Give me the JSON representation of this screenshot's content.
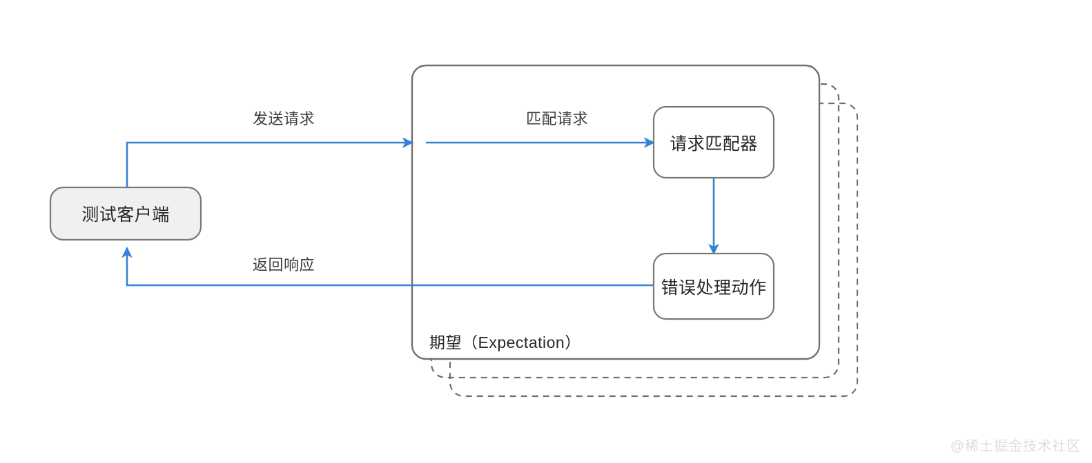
{
  "diagram": {
    "title_caption": "期望（Expectation）",
    "colors": {
      "arrow_blue": "#3383d6",
      "node_stroke": "#707070",
      "node_fill_white": "#ffffff",
      "node_fill_gray": "#f0f0f0",
      "canvas_background": "#ffffff",
      "label_text": "#3c3c3c",
      "watermark_text": "#dcdcdc"
    },
    "nodes": [
      {
        "id": "test-client",
        "label": "测试客户端",
        "fill": "gray"
      },
      {
        "id": "request-matcher",
        "label": "请求匹配器",
        "fill": "white"
      },
      {
        "id": "error-handling-action",
        "label": "错误处理动作",
        "fill": "white"
      }
    ],
    "edges": [
      {
        "id": "send-request",
        "label": "发送请求",
        "from": "test-client",
        "to": "expectation-group"
      },
      {
        "id": "match-request",
        "label": "匹配请求",
        "from": "expectation-group",
        "to": "request-matcher"
      },
      {
        "id": "matcher-to-action",
        "label": "",
        "from": "request-matcher",
        "to": "error-handling-action"
      },
      {
        "id": "return-response",
        "label": "返回响应",
        "from": "error-handling-action",
        "to": "test-client"
      }
    ],
    "group": {
      "id": "expectation-group",
      "caption": "期望（Expectation）",
      "stacked_copies": 2,
      "stack_border_style": "dashed"
    }
  },
  "watermark": {
    "text": "@稀土掘金技术社区"
  }
}
